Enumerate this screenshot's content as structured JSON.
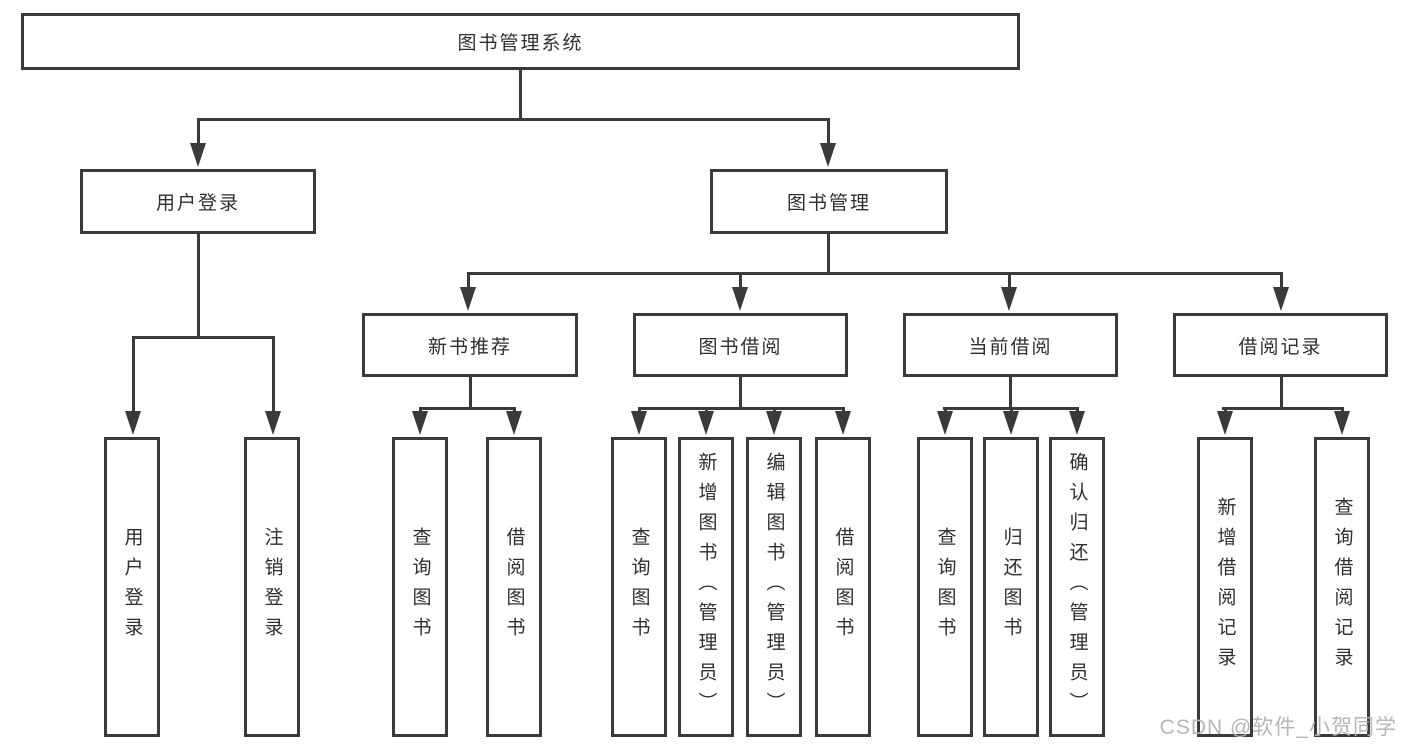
{
  "diagram_title": "图书管理系统",
  "colors": {
    "line": "#3a3a3a",
    "text": "#2f2f2f",
    "background": "#ffffff",
    "watermark": "#b6b6b6"
  },
  "tree": {
    "label": "图书管理系统",
    "children": [
      {
        "label": "用户登录",
        "children": [
          {
            "label": "用户登录"
          },
          {
            "label": "注销登录"
          }
        ]
      },
      {
        "label": "图书管理",
        "children": [
          {
            "label": "新书推荐",
            "children": [
              {
                "label": "查询图书"
              },
              {
                "label": "借阅图书"
              }
            ]
          },
          {
            "label": "图书借阅",
            "children": [
              {
                "label": "查询图书"
              },
              {
                "label": "新增图书（管理员）"
              },
              {
                "label": "编辑图书（管理员）"
              },
              {
                "label": "借阅图书"
              }
            ]
          },
          {
            "label": "当前借阅",
            "children": [
              {
                "label": "查询图书"
              },
              {
                "label": "归还图书"
              },
              {
                "label": "确认归还（管理员）"
              }
            ]
          },
          {
            "label": "借阅记录",
            "children": [
              {
                "label": "新增借阅记录"
              },
              {
                "label": "查询借阅记录"
              }
            ]
          }
        ]
      }
    ]
  },
  "watermark": "CSDN @软件_小贺同学"
}
